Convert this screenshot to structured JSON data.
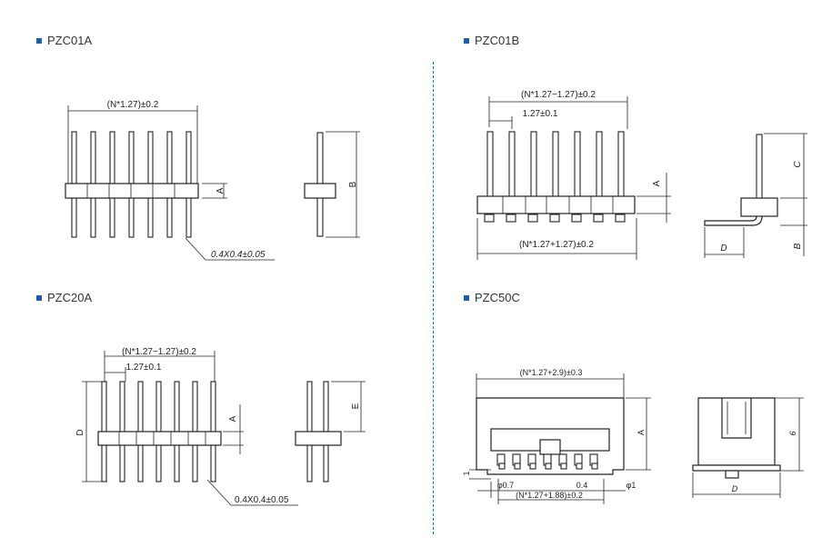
{
  "panels": {
    "pzc01a": {
      "title": "PZC01A",
      "dim_top": "(N*1.27)±0.2",
      "dim_a": "A",
      "dim_b": "B",
      "pin_note": "0.4X0.4±0.05"
    },
    "pzc01b": {
      "title": "PZC01B",
      "dim_top": "(N*1.27−1.27)±0.2",
      "dim_pitch": "1.27±0.1",
      "dim_bottom": "(N*1.27+1.27)±0.2",
      "dim_a": "A",
      "dim_b": "B",
      "dim_c": "C",
      "dim_d": "D"
    },
    "pzc20a": {
      "title": "PZC20A",
      "dim_top": "(N*1.27−1.27)±0.2",
      "dim_pitch": "1.27±0.1",
      "dim_a": "A",
      "dim_d": "D",
      "dim_e": "E",
      "pin_note": "0.4X0.4±0.05"
    },
    "pzc50c": {
      "title": "PZC50C",
      "dim_top": "(N*1.27+2.9)±0.3",
      "dim_a": "A",
      "dim_1": "1",
      "dim_07": "φ0.7",
      "dim_04": "0.4",
      "dim_phi1": "φ1",
      "dim_bottom": "(N*1.27+1.88)±0.2",
      "dim_6": "6",
      "dim_d": "D"
    }
  }
}
